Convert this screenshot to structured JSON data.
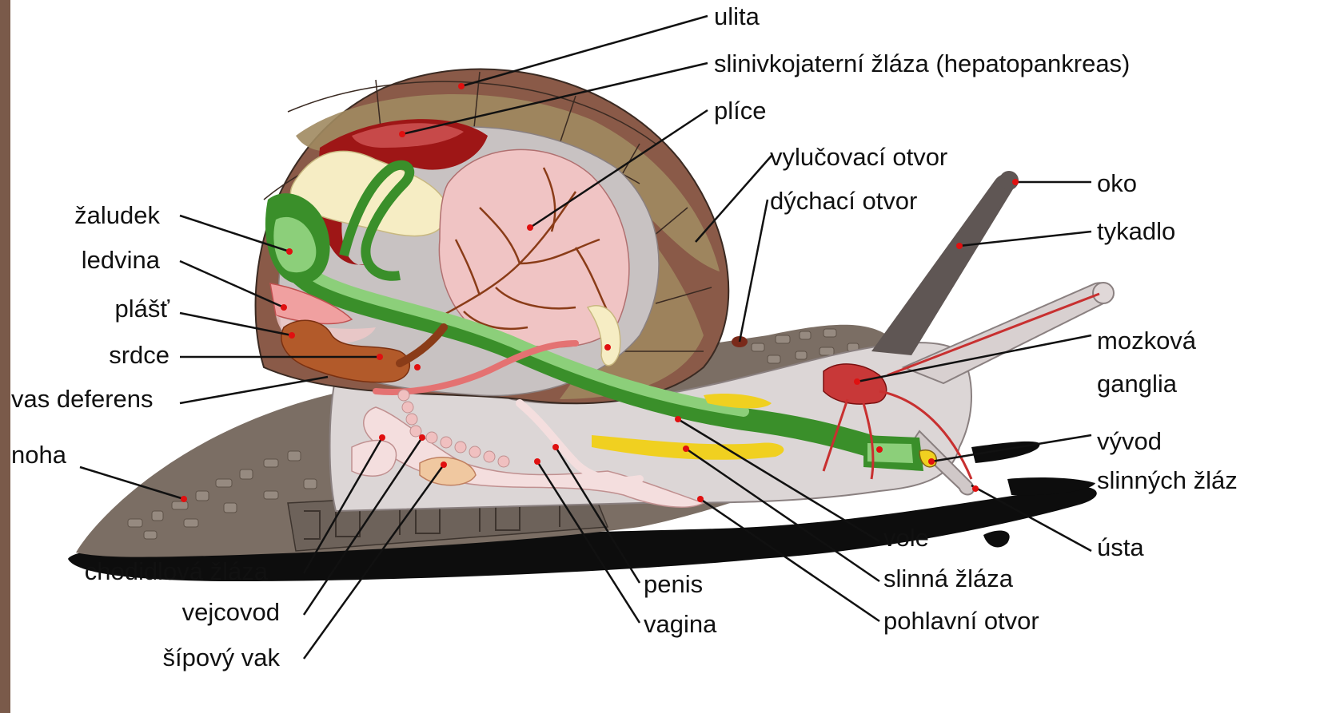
{
  "diagram": {
    "colors": {
      "shell_brown": "#8a5a48",
      "shell_band": "#a08a60",
      "body_gray": "#d8d2d2",
      "foot_texture": "#7b6e64",
      "sole_black": "#0d0d0d",
      "digestive_green": "#3a8f2a",
      "light_green": "#8ccf7a",
      "lung_pink": "#f0b8b8",
      "liver_red": "#9e1616",
      "yellow_gland": "#f0d020",
      "tentacle_gray": "#5f5654",
      "nerve_red": "#c83030",
      "frame_brown": "#7a5a4a"
    },
    "labels": {
      "ulita": "ulita",
      "hepatopankreas": "slinivkojaterní žláza (hepatopankreas)",
      "plice": "plíce",
      "vylucovaci": "vylučovací otvor",
      "dychaci": "dýchací otvor",
      "oko": "oko",
      "tykadlo": "tykadlo",
      "mozkova_1": "mozková",
      "mozkova_2": "ganglia",
      "vyvod_1": "vývod",
      "vyvod_2": "slinných žláz",
      "usta": "ústa",
      "vole": "vole",
      "slinna": "slinná žláza",
      "pohlavni": "pohlavní otvor",
      "penis": "penis",
      "vagina": "vagina",
      "sipovy": "šípový vak",
      "vejcovod": "vejcovod",
      "chodidlova": "chodidlová žláza",
      "noha": "noha",
      "vas": "vas deferens",
      "srdce": "srdce",
      "plast": "plášť",
      "ledvina": "ledvina",
      "zaludek": "žaludek"
    }
  }
}
